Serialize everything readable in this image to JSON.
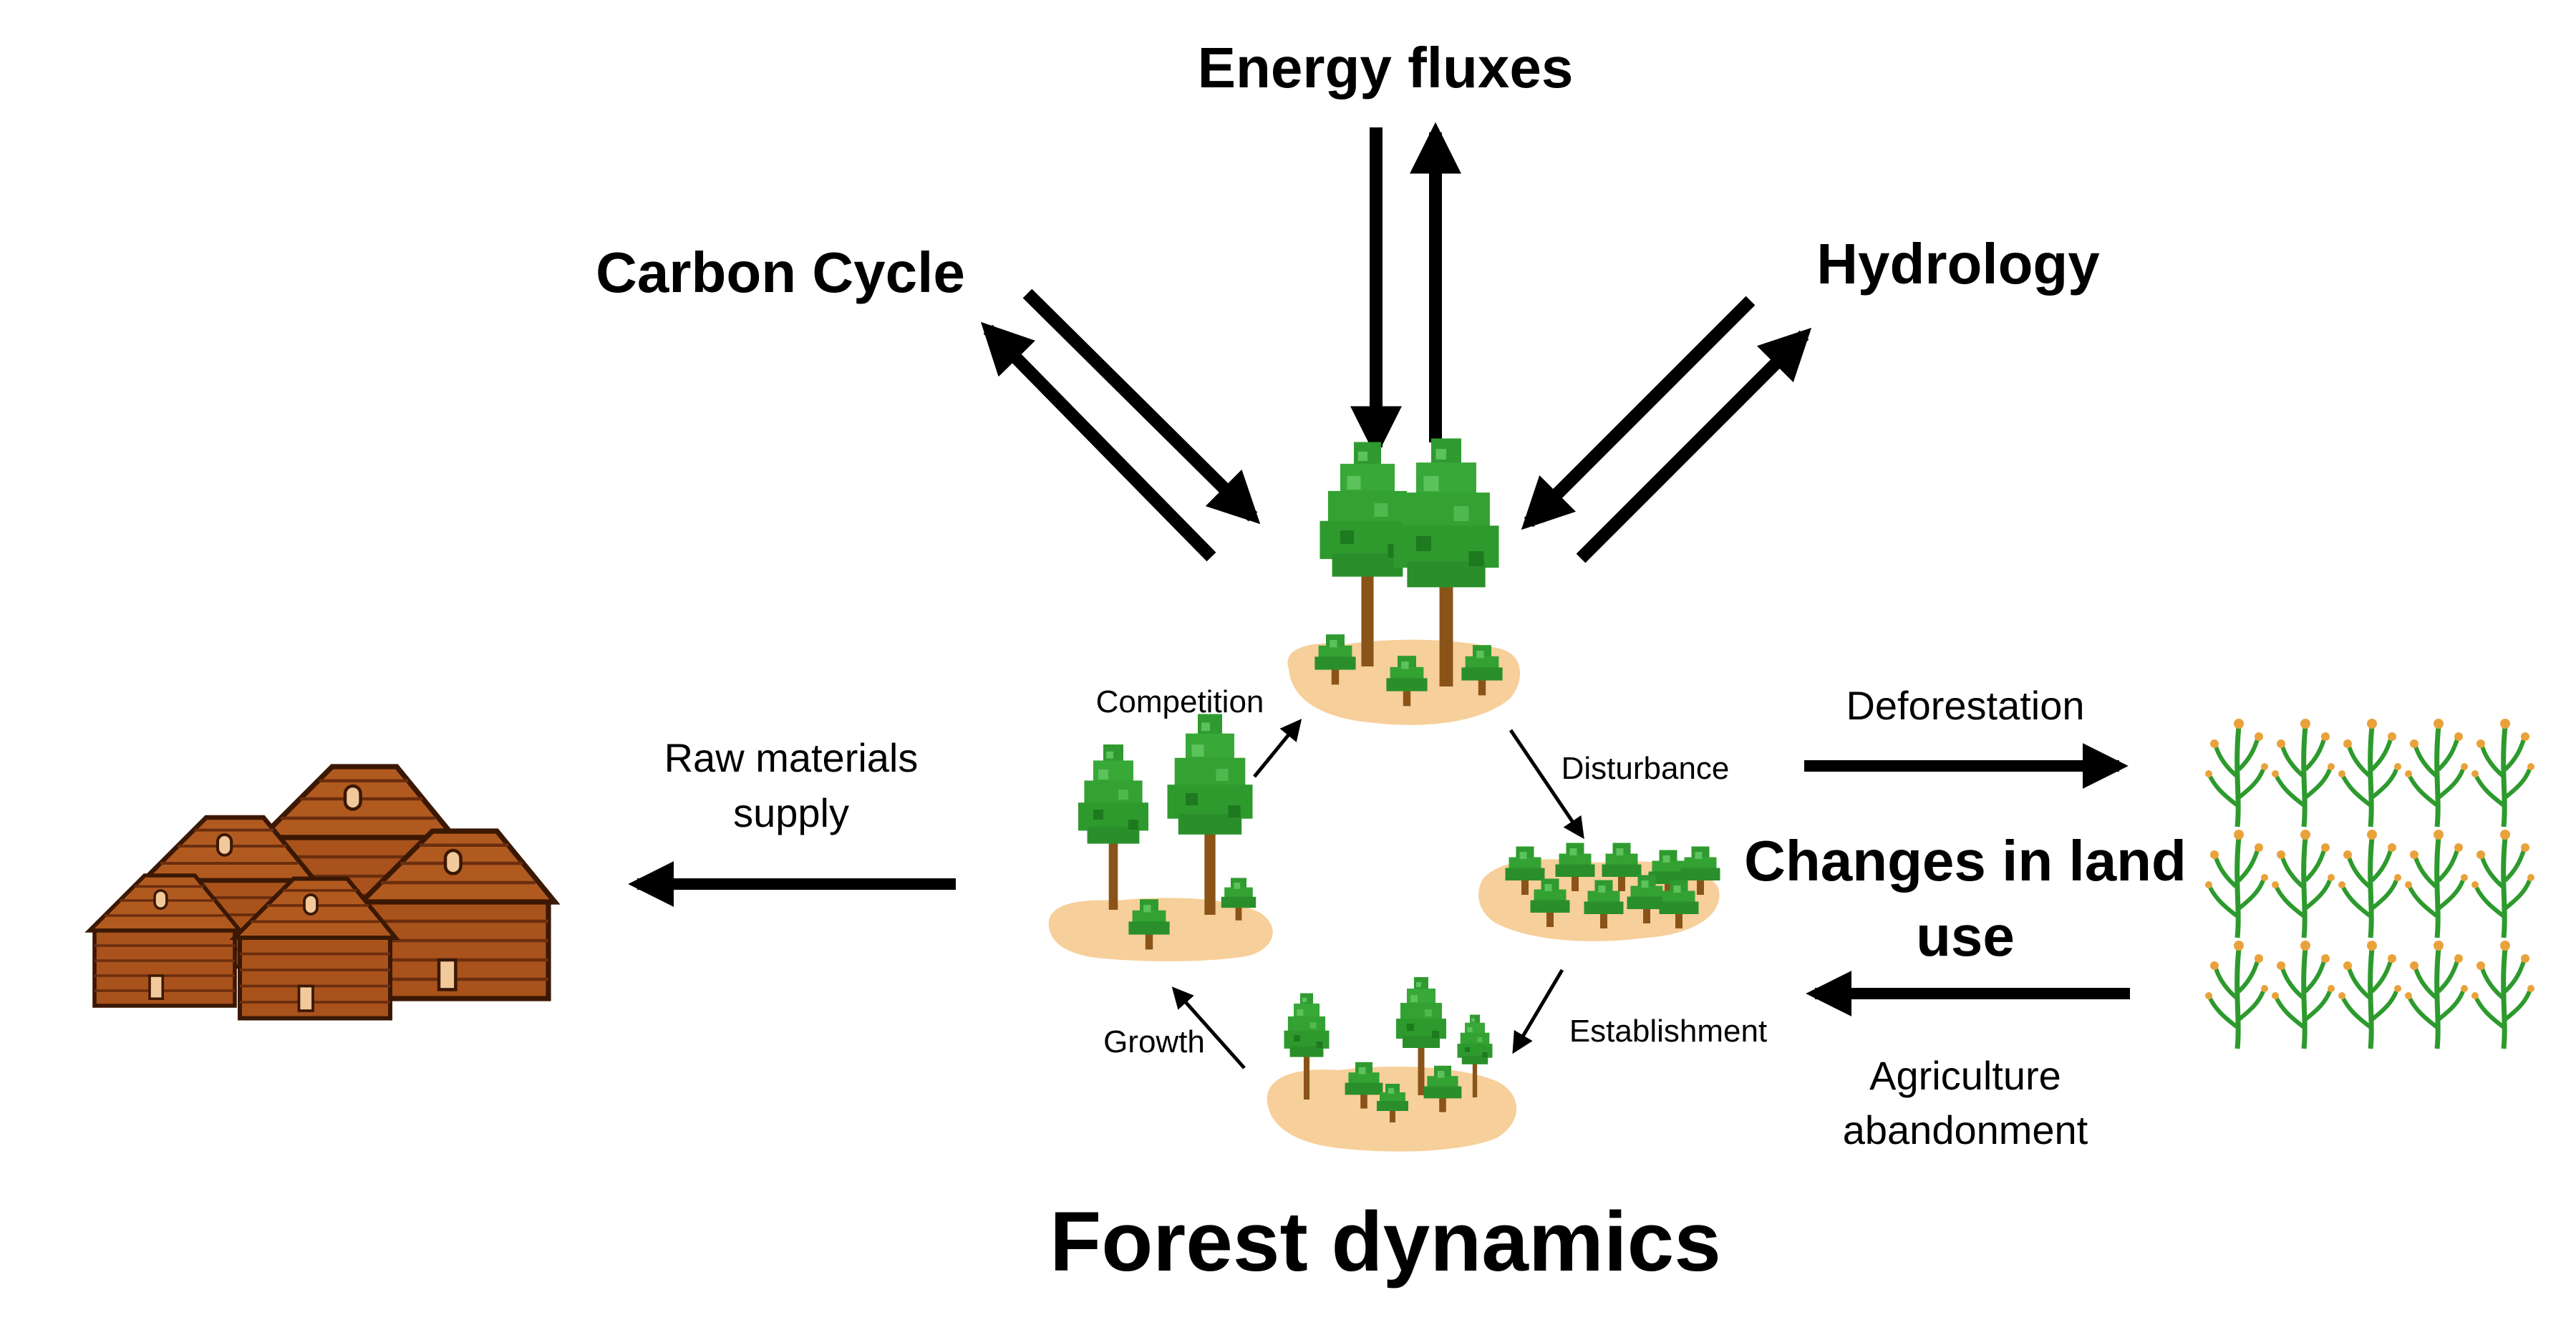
{
  "labels": {
    "energy_fluxes": "Energy fluxes",
    "carbon_cycle": "Carbon Cycle",
    "hydrology": "Hydrology",
    "competition": "Competition",
    "disturbance": "Disturbance",
    "establishment": "Establishment",
    "growth": "Growth",
    "raw_materials_line1": "Raw materials",
    "raw_materials_line2": "supply",
    "deforestation": "Deforestation",
    "changes_line1": "Changes in land",
    "changes_line2": "use",
    "agriculture_line1": "Agriculture",
    "agriculture_line2": "abandonment",
    "forest_dynamics": "Forest dynamics"
  },
  "illustrations": {
    "houses": "log-cabin-village-illustration",
    "crops": "crop-field-illustration",
    "mature_forest": "mature-forest-patch",
    "disturbed_stand": "disturbed-seedling-patch",
    "establishment_stand": "young-forest-patch",
    "growth_stand": "growing-forest-patch"
  },
  "colors": {
    "tree": "#33a233",
    "tree_dark": "#1e7a1e",
    "trunk": "#8a5418",
    "ground": "#f7cf9a",
    "wood": "#a9521c",
    "wood_dark": "#6b2e0e",
    "crop_stem": "#2d9a2d",
    "crop_flower": "#e9a23b"
  }
}
